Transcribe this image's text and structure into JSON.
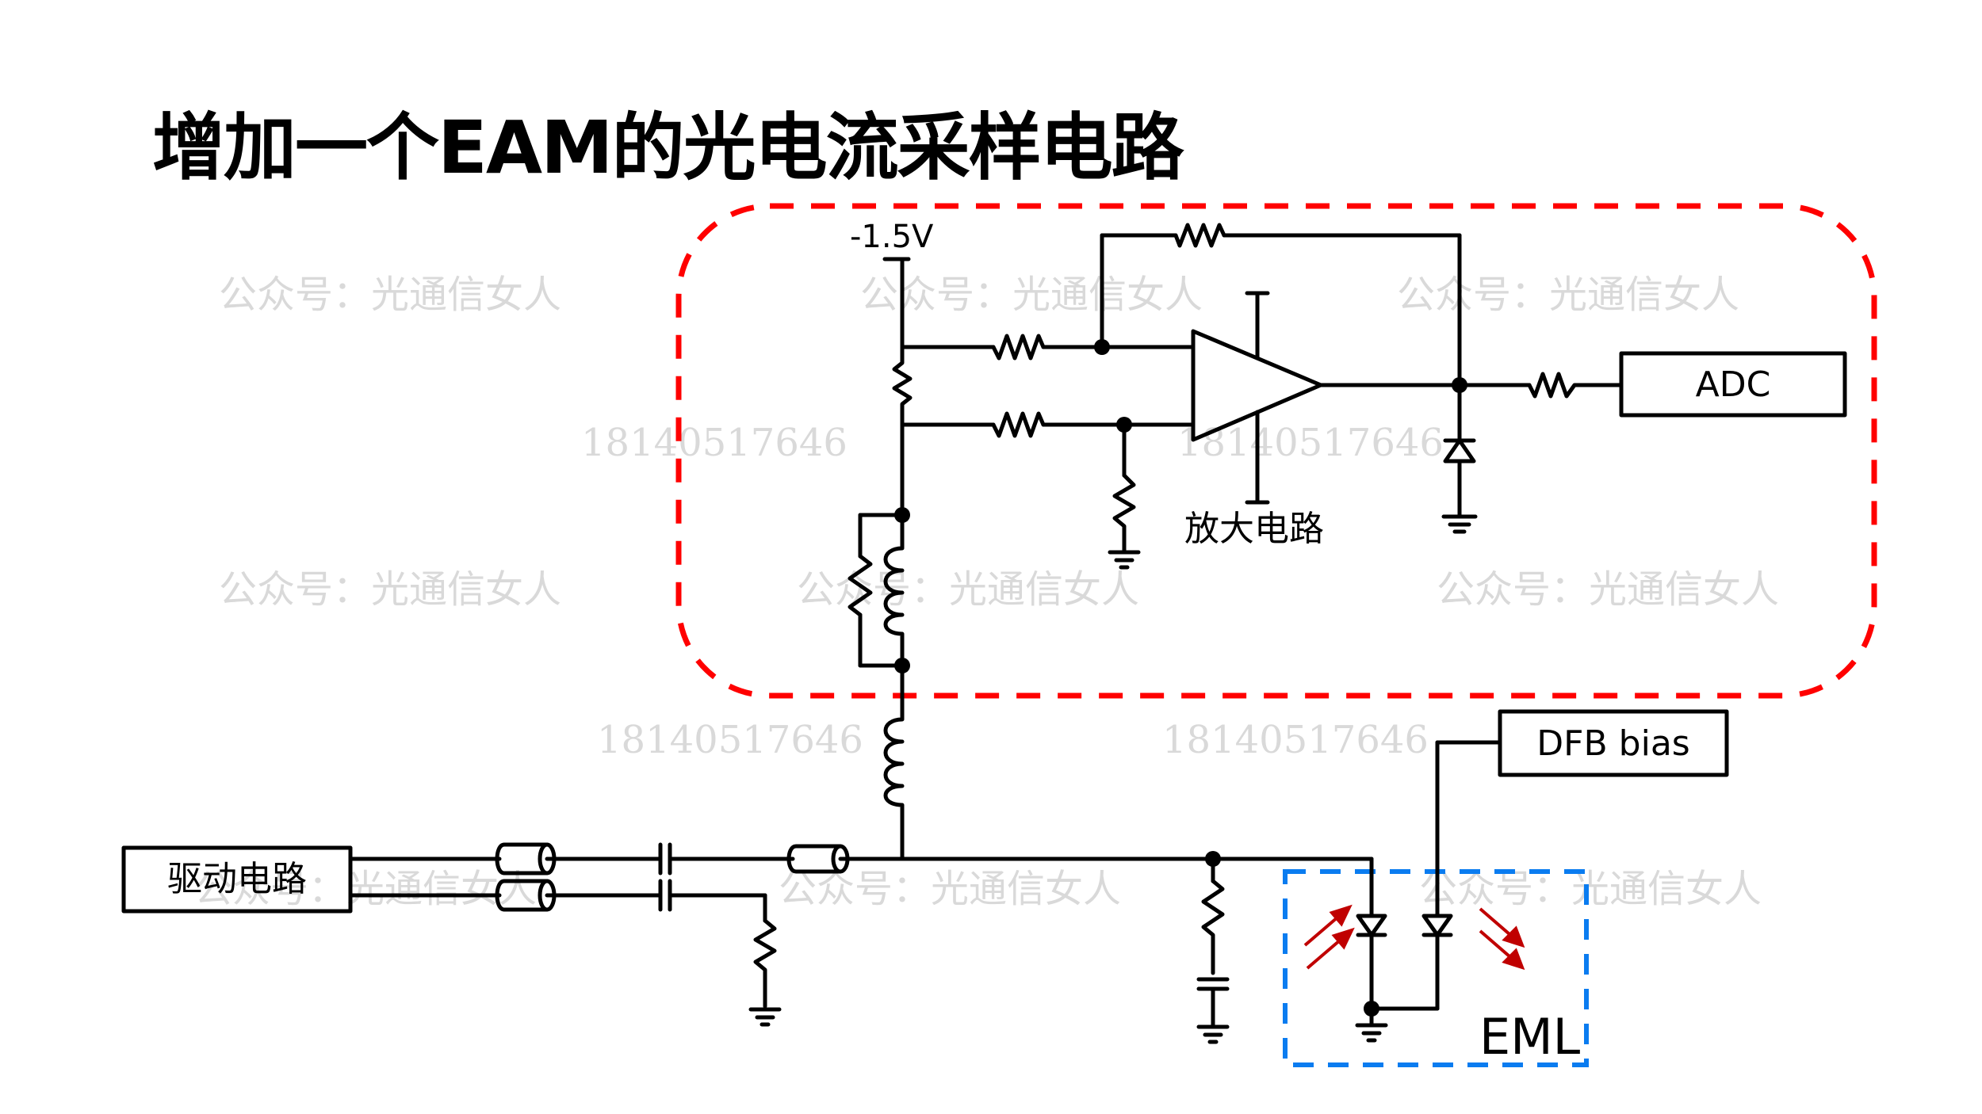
{
  "title": "增加一个EAM的光电流采样电路",
  "labels": {
    "supply": "-1.5V",
    "adc": "ADC",
    "amplifier": "放大电路",
    "driver": "驱动电路",
    "dfb_bias": "DFB bias",
    "eml": "EML"
  },
  "watermarks": {
    "account": "公众号：光通信女人",
    "phone": "18140517646"
  },
  "colors": {
    "amplifier_box": "#ff0000",
    "eml_box": "#0a7cf0",
    "light_arrows": "#c00000",
    "wire": "#000000"
  }
}
